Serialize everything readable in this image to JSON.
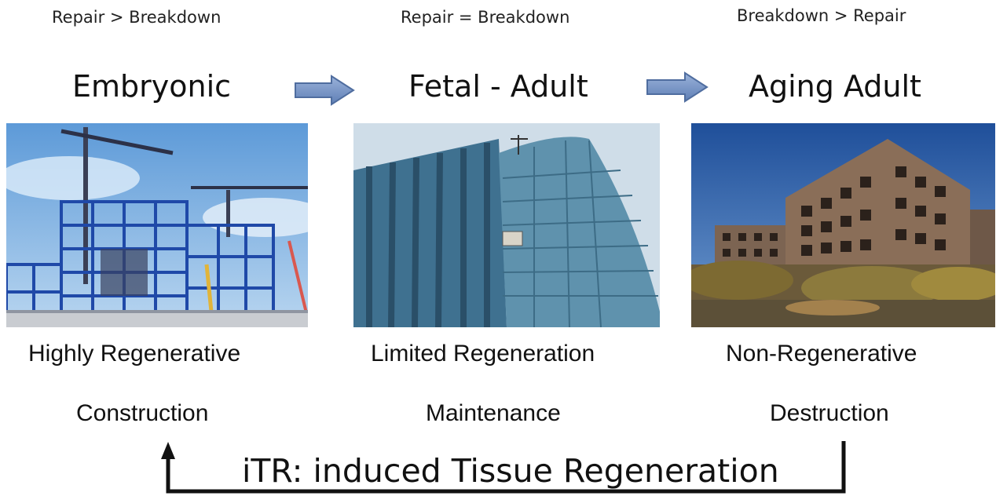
{
  "stages": [
    {
      "ratio": "Repair > Breakdown",
      "name": "Embryonic",
      "image_icon": "construction-site-photo",
      "regeneration": "Highly Regenerative",
      "process": "Construction"
    },
    {
      "ratio": "Repair = Breakdown",
      "name": "Fetal - Adult",
      "image_icon": "glass-office-building-photo",
      "regeneration": "Limited Regeneration",
      "process": "Maintenance"
    },
    {
      "ratio": "Breakdown > Repair",
      "name": "Aging Adult",
      "image_icon": "ruined-building-photo",
      "regeneration": "Non-Regenerative",
      "process": "Destruction"
    }
  ],
  "loop_label": "iTR: induced Tissue Regeneration",
  "colors": {
    "arrow_fill": "#6f8fc0",
    "arrow_edge": "#4f6d9f",
    "loop_line": "#111111"
  }
}
